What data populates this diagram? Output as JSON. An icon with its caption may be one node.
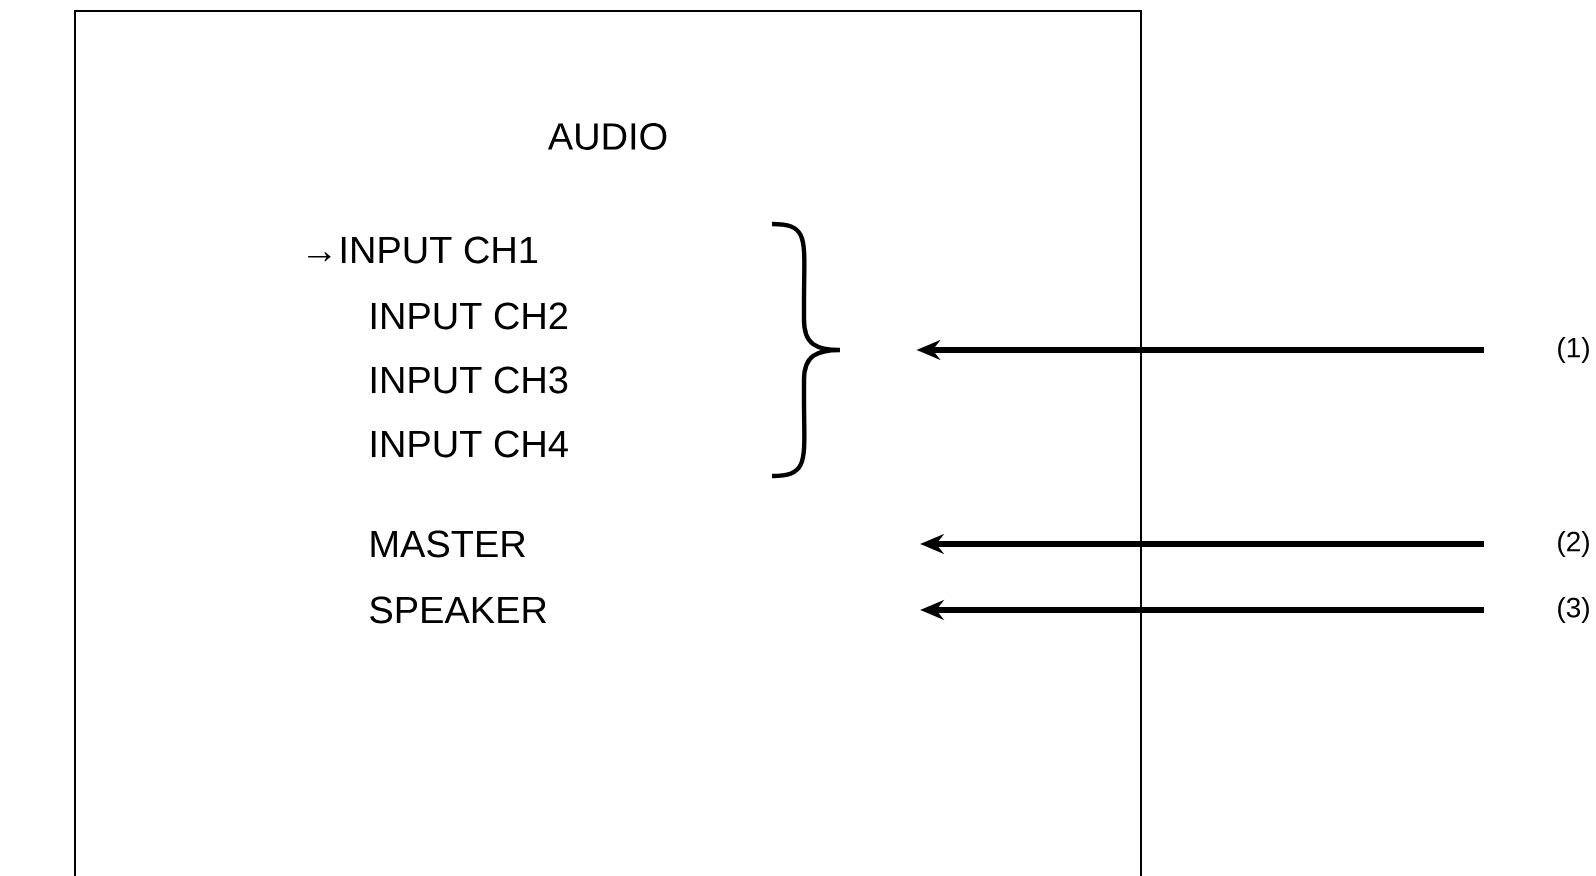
{
  "diagram": {
    "nodes": [
      {
        "text": [
          "AUDIO"
        ]
      },
      {
        "text": [],
        "shape": "brace",
        "in": 0
      },
      {
        "text": [
          "(1)"
        ]
      },
      {
        "text": [
          "(2)"
        ]
      },
      {
        "text": [
          "(3)"
        ]
      }
    ],
    "edges": [
      {
        "from": 2,
        "to": 1,
        "arrow": "to"
      },
      {
        "from": 3,
        "to": null,
        "arrow": "to"
      },
      {
        "from": 4,
        "to": null,
        "arrow": "to"
      }
    ],
    "labels": [
      "→INPUT CH1",
      "INPUT CH2",
      "INPUT CH3",
      "INPUT CH4",
      "MASTER",
      "SPEAKER"
    ]
  }
}
